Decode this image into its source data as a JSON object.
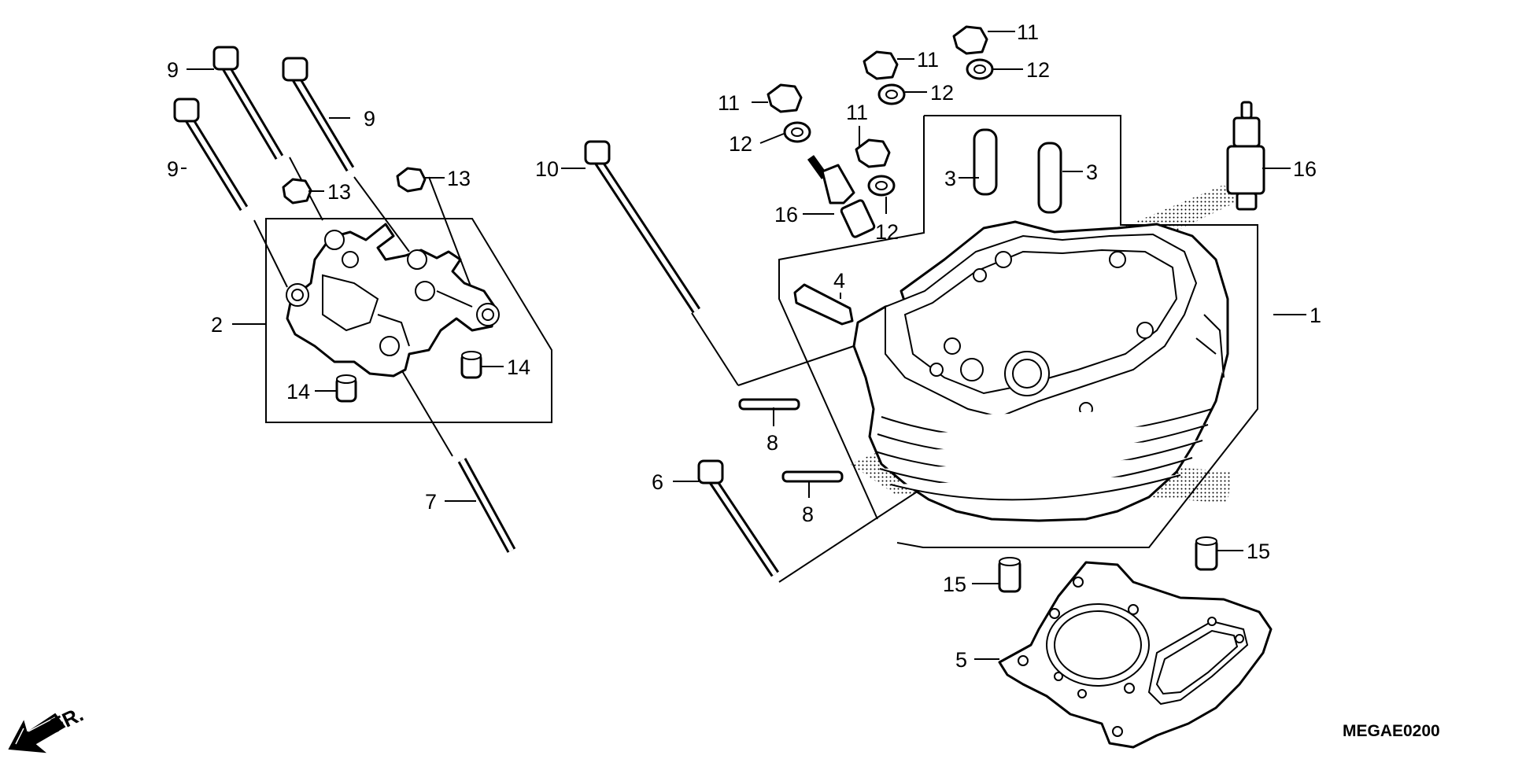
{
  "diagram": {
    "code": "MEGAE0200",
    "direction_label": "FR.",
    "callouts": [
      {
        "id": "c1",
        "label": "1"
      },
      {
        "id": "c2",
        "label": "2"
      },
      {
        "id": "c3a",
        "label": "3"
      },
      {
        "id": "c3b",
        "label": "3"
      },
      {
        "id": "c4",
        "label": "4"
      },
      {
        "id": "c5",
        "label": "5"
      },
      {
        "id": "c6",
        "label": "6"
      },
      {
        "id": "c7",
        "label": "7"
      },
      {
        "id": "c8a",
        "label": "8"
      },
      {
        "id": "c8b",
        "label": "8"
      },
      {
        "id": "c9a",
        "label": "9"
      },
      {
        "id": "c9b",
        "label": "9"
      },
      {
        "id": "c9c",
        "label": "9"
      },
      {
        "id": "c10",
        "label": "10"
      },
      {
        "id": "c11a",
        "label": "11"
      },
      {
        "id": "c11b",
        "label": "11"
      },
      {
        "id": "c11c",
        "label": "11"
      },
      {
        "id": "c11d",
        "label": "11"
      },
      {
        "id": "c12a",
        "label": "12"
      },
      {
        "id": "c12b",
        "label": "12"
      },
      {
        "id": "c12c",
        "label": "12"
      },
      {
        "id": "c12d",
        "label": "12"
      },
      {
        "id": "c13a",
        "label": "13"
      },
      {
        "id": "c13b",
        "label": "13"
      },
      {
        "id": "c14a",
        "label": "14"
      },
      {
        "id": "c14b",
        "label": "14"
      },
      {
        "id": "c15a",
        "label": "15"
      },
      {
        "id": "c15b",
        "label": "15"
      },
      {
        "id": "c16a",
        "label": "16"
      },
      {
        "id": "c16b",
        "label": "16"
      }
    ]
  },
  "colors": {
    "ink": "#000000",
    "paper": "#ffffff"
  }
}
